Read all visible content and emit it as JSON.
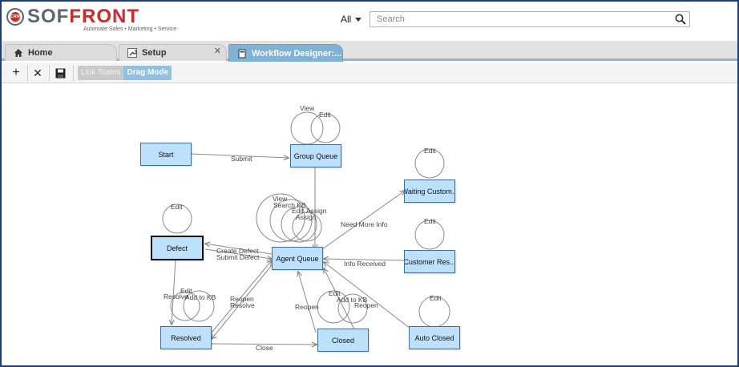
{
  "header": {
    "logo_soft": "SOF",
    "logo_front": "FRONT",
    "logo_badge": "CRM",
    "logo_tagline": "Automate Sales • Marketing • Service",
    "scope_label": "All",
    "search_placeholder": "Search"
  },
  "tabs": [
    {
      "label": "Home",
      "icon": "home-icon"
    },
    {
      "label": "Setup",
      "icon": "wrench-icon"
    },
    {
      "label": "Workflow Designer:...",
      "icon": "document-icon",
      "active": true
    }
  ],
  "toolbar": {
    "add_icon": "+",
    "delete_icon": "✕",
    "mode_link_states": "Link States",
    "mode_drag": "Drag Mode"
  },
  "diagram": {
    "states": {
      "start": "Start",
      "group_queue": "Group Queue",
      "waiting_customer": "Waiting Custom...",
      "defect": "Defect",
      "agent_queue": "Agent Queue",
      "customer_response": "Customer Res...",
      "resolved": "Resolved",
      "closed": "Closed",
      "auto_closed": "Auto Closed"
    },
    "transitions": {
      "submit": "Submit",
      "gq_view": "View",
      "gq_edit": "Edit",
      "wc_edit": "Edit",
      "aq_view": "View",
      "aq_search_kb": "Search KB",
      "aq_edit": "Edit",
      "aq_assign": "Assign",
      "aq_assign2": "Assign",
      "need_more_info": "Need More Info",
      "defect_edit": "Edit",
      "create_defect": "Create Defect",
      "submit_defect": "Submit Defect",
      "cr_edit": "Edit",
      "info_received": "Info Received",
      "resolve": "Resolve",
      "res_edit": "Edit",
      "res_add_kb": "Add to KB",
      "reopen_left": "Reopen",
      "resolve_up": "Resolve",
      "reopen_closed": "Reopen",
      "closed_edit": "Edit",
      "closed_add_kb": "Add to KB",
      "reopen_right": "Reopen",
      "ac_edit": "Edit",
      "close": "Close"
    }
  },
  "colors": {
    "brand_red": "#d1292a",
    "brand_gray": "#5a6670",
    "state_fill": "#bde0fb",
    "active_tab": "#7fb3d5"
  }
}
